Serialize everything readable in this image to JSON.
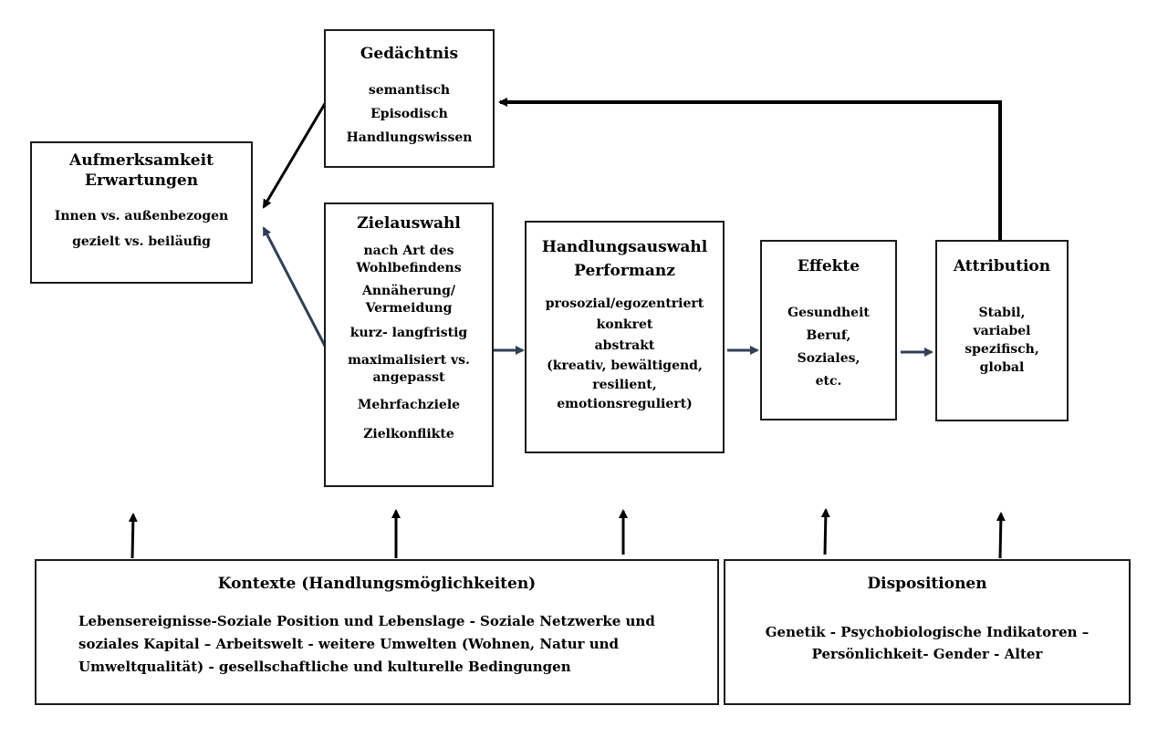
{
  "boxes": {
    "gedaechtnis": {
      "title": "Gedächtnis",
      "lines": [
        "semantisch",
        "Episodisch",
        "Handlungswissen"
      ]
    },
    "aufmerksamkeit": {
      "title": [
        "Aufmerksamkeit",
        "Erwartungen"
      ],
      "lines": [
        "Innen vs. außenbezogen",
        "gezielt vs. beiläufig"
      ]
    },
    "zielauswahl": {
      "title": "Zielauswahl",
      "lines": [
        "nach Art des",
        "Wohlbefindens",
        "Annäherung/",
        "Vermeidung",
        "kurz- langfristig",
        "maximalisiert vs.",
        "angepasst",
        "Mehrfachziele",
        "Zielkonflikte"
      ]
    },
    "handlungsauswahl": {
      "title": [
        "Handlungsauswahl",
        "Performanz"
      ],
      "lines": [
        "prosozial/egozentriert",
        "konkret",
        "abstrakt",
        "(kreativ, bewältigend,",
        "resilient,",
        "emotionsreguliert)"
      ]
    },
    "effekte": {
      "title": "Effekte",
      "lines": [
        "Gesundheit",
        "Beruf,",
        "Soziales,",
        "etc."
      ]
    },
    "attribution": {
      "title": "Attribution",
      "lines": [
        "Stabil,",
        "variabel",
        "spezifisch,",
        "global"
      ]
    },
    "kontexte": {
      "title": "Kontexte (Handlungsmöglichkeiten)",
      "lines": [
        "Lebensereignisse-Soziale Position und Lebenslage - Soziale Netzwerke und",
        "soziales Kapital – Arbeitswelt - weitere Umwelten (Wohnen, Natur und",
        "Umweltqualität) - gesellschaftliche und kulturelle Bedingungen"
      ]
    },
    "dispositionen": {
      "title": "Dispositionen",
      "lines": [
        "Genetik - Psychobiologische Indikatoren –",
        "Persönlichkeit- Gender - Alter"
      ]
    }
  },
  "colors": {
    "arrow_dark": "#000000",
    "arrow_blue": "#2f3f55",
    "border": "#1a1a1a"
  }
}
